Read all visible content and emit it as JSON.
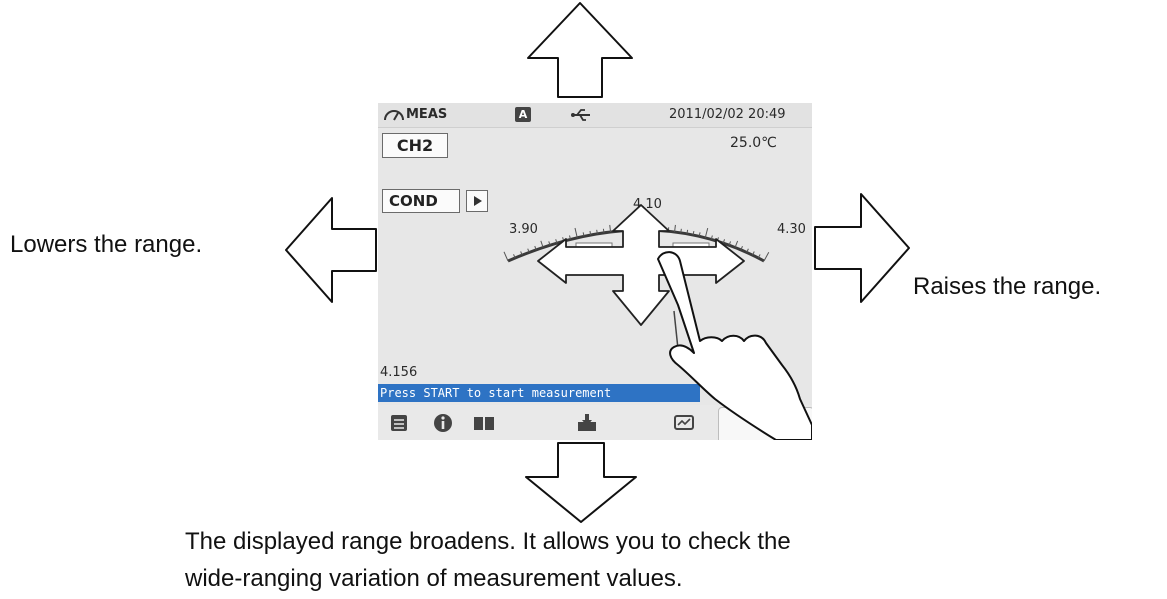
{
  "captions": {
    "left": "Lowers the range.",
    "right": "Raises the range.",
    "bottom_line1": "The displayed range broadens. It allows you to check the",
    "bottom_line2": "wide-ranging variation of measurement values."
  },
  "screen": {
    "status_bar": {
      "mode_label": "MEAS",
      "auto_badge": "A",
      "datetime": "2011/02/02 20:49",
      "icons": [
        "gauge-icon",
        "usb-icon"
      ]
    },
    "channel": "CH2",
    "measurement_mode": "COND",
    "temperature": "25.0℃",
    "scale": {
      "min_label": "3.90",
      "center_label": "4.10",
      "max_label": "4.30"
    },
    "reading": "4.156",
    "message": "Press START to start measurement",
    "toolbar_icons": [
      "data-list-icon",
      "info-icon",
      "book-icon",
      "save-icon",
      "monitor-icon"
    ]
  },
  "colors": {
    "screen_background": "#e7e7e7",
    "message_bar": "#2e73c4",
    "arrow_outline": "#111111"
  }
}
